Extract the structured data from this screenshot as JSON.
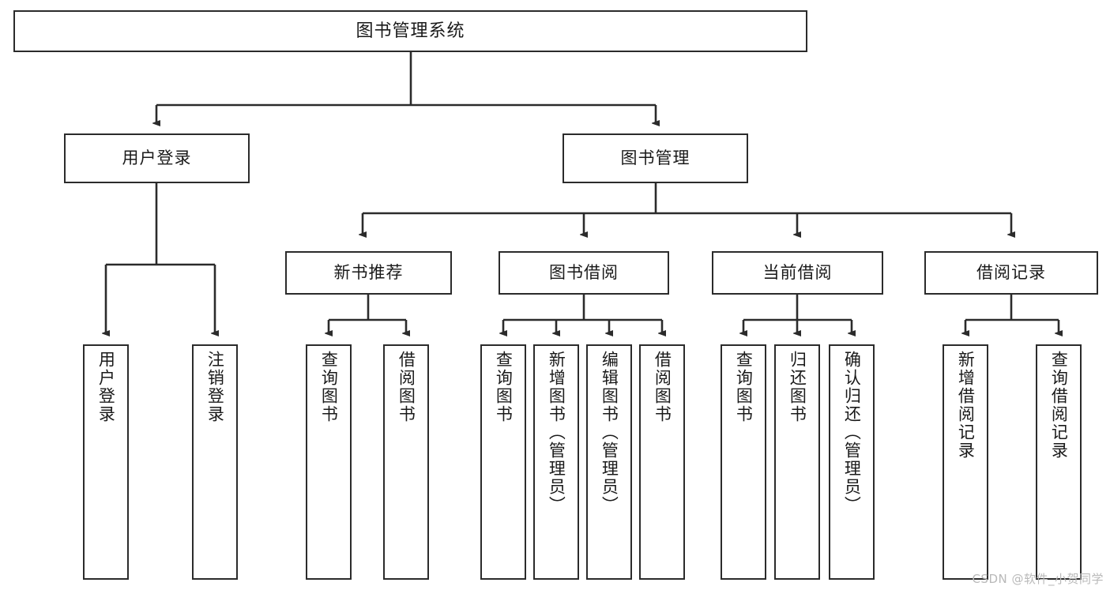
{
  "diagram": {
    "title": "图书管理系统",
    "type": "hierarchy-tree",
    "watermark": "CSDN @软件_小贺同学",
    "colors": {
      "box_border": "#2b2b2b",
      "box_fill": "#ffffff",
      "edge": "#2b2b2b",
      "text": "#1a1a1a",
      "watermark": "#b9b9b9"
    },
    "levels": {
      "level1": [
        {
          "id": "root",
          "label": "图书管理系统"
        }
      ],
      "level2": [
        {
          "id": "user-login",
          "label": "用户登录"
        },
        {
          "id": "book-manage",
          "label": "图书管理"
        }
      ],
      "level3": [
        {
          "id": "new-book-recommend",
          "label": "新书推荐"
        },
        {
          "id": "book-borrow",
          "label": "图书借阅"
        },
        {
          "id": "current-borrow",
          "label": "当前借阅"
        },
        {
          "id": "borrow-record",
          "label": "借阅记录"
        }
      ],
      "level4": [
        {
          "id": "leaf-user-login",
          "label": "用户登录",
          "parent": "user-login"
        },
        {
          "id": "leaf-logout",
          "label": "注销登录",
          "parent": "user-login"
        },
        {
          "id": "leaf-query-book-1",
          "label": "查询图书",
          "parent": "new-book-recommend"
        },
        {
          "id": "leaf-borrow-book-1",
          "label": "借阅图书",
          "parent": "new-book-recommend"
        },
        {
          "id": "leaf-query-book-2",
          "label": "查询图书",
          "parent": "book-borrow"
        },
        {
          "id": "leaf-add-book",
          "label": "新增图书（管理员）",
          "parent": "book-borrow"
        },
        {
          "id": "leaf-edit-book",
          "label": "编辑图书（管理员）",
          "parent": "book-borrow"
        },
        {
          "id": "leaf-borrow-book-2",
          "label": "借阅图书",
          "parent": "book-borrow"
        },
        {
          "id": "leaf-query-book-3",
          "label": "查询图书",
          "parent": "current-borrow"
        },
        {
          "id": "leaf-return-book",
          "label": "归还图书",
          "parent": "current-borrow"
        },
        {
          "id": "leaf-confirm-return",
          "label": "确认归还（管理员）",
          "parent": "current-borrow"
        },
        {
          "id": "leaf-add-record",
          "label": "新增借阅记录",
          "parent": "borrow-record"
        },
        {
          "id": "leaf-query-record",
          "label": "查询借阅记录",
          "parent": "borrow-record"
        }
      ]
    }
  }
}
